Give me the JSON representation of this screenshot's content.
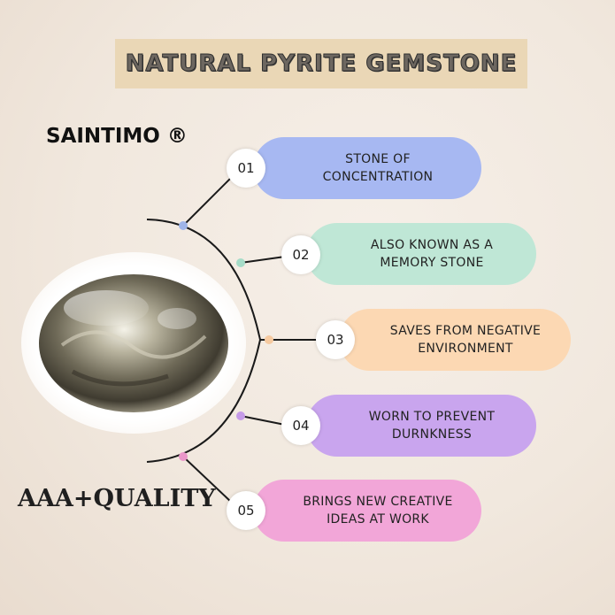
{
  "banner": {
    "title": "NATURAL PYRITE GEMSTONE"
  },
  "brand": {
    "name": "SAINTIMO ®"
  },
  "quality": {
    "label": "AAA+QUALITY"
  },
  "steps": [
    {
      "number": "01",
      "text": "STONE OF CONCENTRATION",
      "color": "#a7b8f2"
    },
    {
      "number": "02",
      "text": "ALSO KNOWN AS A MEMORY STONE",
      "color": "#bfe7d6"
    },
    {
      "number": "03",
      "text": "SAVES FROM NEGATIVE ENVIRONMENT",
      "color": "#fcd8b3"
    },
    {
      "number": "04",
      "text": "WORN TO PREVENT DURNKNESS",
      "color": "#c9a5ee"
    },
    {
      "number": "05",
      "text": "BRINGS NEW CREATIVE IDEAS AT WORK",
      "color": "#f2a6d8"
    }
  ],
  "dot_colors": [
    "#9fb4e8",
    "#a6dcc8",
    "#f6caa0",
    "#c69be8",
    "#ea97c9"
  ]
}
